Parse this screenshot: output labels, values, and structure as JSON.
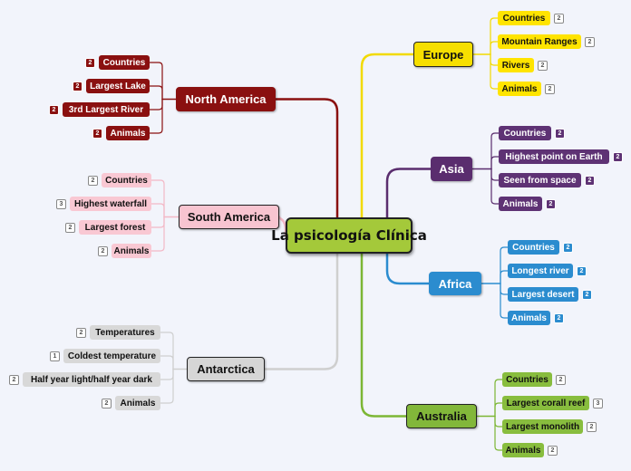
{
  "center": {
    "label": "La psicología Clínica",
    "fill": "#a4c93a",
    "text": "#111111",
    "border": "#222222"
  },
  "branches": [
    {
      "key": "europe",
      "label": "Europe",
      "color": "#f6df00",
      "textColor": "#111111",
      "border": "#222222",
      "subFill": "#ffe400",
      "subText": "#111111",
      "lineColor": "#f2da00",
      "items": [
        {
          "label": "Countries",
          "count": "2"
        },
        {
          "label": "Mountain Ranges",
          "count": "2"
        },
        {
          "label": "Rivers",
          "count": "2"
        },
        {
          "label": "Animals",
          "count": "2"
        }
      ]
    },
    {
      "key": "asia",
      "label": "Asia",
      "color": "#5a2d6e",
      "textColor": "#ffffff",
      "border": "#5a2d6e",
      "subFill": "#5e3274",
      "subText": "#ffffff",
      "lineColor": "#5a2d6e",
      "items": [
        {
          "label": "Countries",
          "count": "2"
        },
        {
          "label": "Highest point on Earth",
          "count": "2"
        },
        {
          "label": "Seen from space",
          "count": "2"
        },
        {
          "label": "Animals",
          "count": "2"
        }
      ]
    },
    {
      "key": "africa",
      "label": "Africa",
      "color": "#2b8ccf",
      "textColor": "#ffffff",
      "border": "#2b8ccf",
      "subFill": "#2b8ccf",
      "subText": "#ffffff",
      "lineColor": "#2b8ccf",
      "items": [
        {
          "label": "Countries",
          "count": "2"
        },
        {
          "label": "Longest river",
          "count": "2"
        },
        {
          "label": "Largest desert",
          "count": "2"
        },
        {
          "label": "Animals",
          "count": "2"
        }
      ]
    },
    {
      "key": "australia",
      "label": "Australia",
      "color": "#82b73a",
      "textColor": "#111111",
      "border": "#222222",
      "subFill": "#88bd3e",
      "subText": "#111111",
      "lineColor": "#7cb634",
      "items": [
        {
          "label": "Countries",
          "count": "2"
        },
        {
          "label": "Largest corall reef",
          "count": "3"
        },
        {
          "label": "Largest monolith",
          "count": "2"
        },
        {
          "label": "Animals",
          "count": "2"
        }
      ]
    },
    {
      "key": "north_america",
      "label": "North America",
      "color": "#8a1010",
      "textColor": "#ffffff",
      "border": "#8a1010",
      "subFill": "#8a1010",
      "subText": "#ffffff",
      "lineColor": "#8a1010",
      "items": [
        {
          "label": "Countries",
          "count": "2"
        },
        {
          "label": "Largest Lake",
          "count": "2"
        },
        {
          "label": "3rd Largest River",
          "count": "2"
        },
        {
          "label": "Animals",
          "count": "2"
        }
      ]
    },
    {
      "key": "south_america",
      "label": "South America",
      "color": "#f8c4d0",
      "textColor": "#111111",
      "border": "#222222",
      "subFill": "#f9c8d3",
      "subText": "#111111",
      "lineColor": "#f3b8c6",
      "items": [
        {
          "label": "Countries",
          "count": "2"
        },
        {
          "label": "Highest waterfall",
          "count": "3"
        },
        {
          "label": "Largest forest",
          "count": "2"
        },
        {
          "label": "Animals",
          "count": "2"
        }
      ]
    },
    {
      "key": "antarctica",
      "label": "Antarctica",
      "color": "#d6d6d6",
      "textColor": "#111111",
      "border": "#222222",
      "subFill": "#d8d8d8",
      "subText": "#111111",
      "lineColor": "#cfcfcf",
      "items": [
        {
          "label": "Temperatures",
          "count": "2"
        },
        {
          "label": "Coldest temperature",
          "count": "1"
        },
        {
          "label": "Half year light/half year dark",
          "count": "2"
        },
        {
          "label": "Animals",
          "count": "2"
        }
      ]
    }
  ]
}
